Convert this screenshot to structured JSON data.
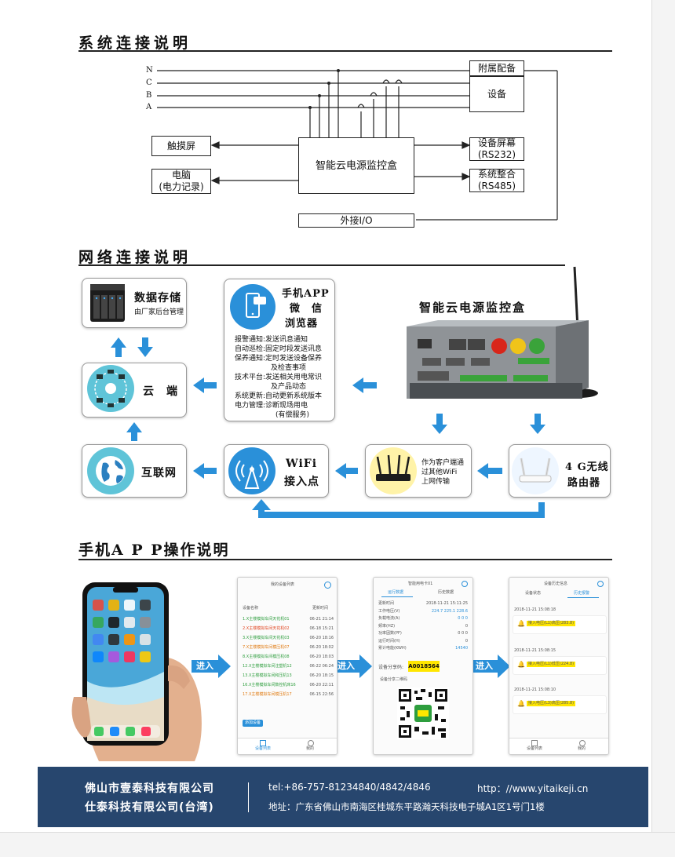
{
  "sections": {
    "system": "系统连接说明",
    "network": "网络连接说明",
    "app": "手机A P P操作说明"
  },
  "system_diagram": {
    "phase_labels": [
      "N",
      "C",
      "B",
      "A"
    ],
    "touchscreen": "触摸屏",
    "computer_line1": "电脑",
    "computer_line2": "(电力记录)",
    "monitor_box": "智能云电源监控盒",
    "accessory": "附属配备",
    "equipment": "设备",
    "device_screen_line1": "设备屏幕",
    "device_screen_line2": "(RS232)",
    "system_integration_line1": "系统整合",
    "system_integration_line2": "(RS485)",
    "external_io": "外接I/O"
  },
  "network_diagram": {
    "storage_title": "数据存储",
    "storage_sub": "由厂家后台管理",
    "app_title": "手机APP",
    "wechat": "微　信",
    "browser": "浏览器",
    "features": [
      {
        "k": "报警通知:",
        "v": "发送讯息通知"
      },
      {
        "k": "自动巡检:",
        "v": "固定时段发送讯息"
      },
      {
        "k": "保养通知:",
        "v": "定时发送设备保养"
      },
      {
        "k": "",
        "v": "及检查事项"
      },
      {
        "k": "技术平台:",
        "v": "发送相关用电常识"
      },
      {
        "k": "",
        "v": "及产品动态"
      },
      {
        "k": "系统更新:",
        "v": "自动更新系统版本"
      },
      {
        "k": "电力管理:",
        "v": "诊断现场用电"
      },
      {
        "k": "",
        "v": "(有偿服务)"
      }
    ],
    "device_title": "智能云电源监控盒",
    "cloud": "云　端",
    "internet": "互联网",
    "wifi_line1": "WiFi",
    "wifi_line2": "接入点",
    "client_line1": "作为客户端通",
    "client_line2": "过其他WiFi",
    "client_line3": "上网传输",
    "router_line1": "4 G无线",
    "router_line2": "路由器"
  },
  "app_screens": {
    "enter": "进入",
    "screen1": {
      "title": "我的设备列表",
      "col1": "设备名称",
      "col2": "更新时间",
      "rows": [
        {
          "name": "1.X主楼模拟车间天花机01",
          "time": "06-21 21:14",
          "color": "#2e9e3e"
        },
        {
          "name": "2.X主楼模拟车间天花机02",
          "time": "06-18 15:21",
          "color": "#e0401a"
        },
        {
          "name": "3.X主楼模拟车间天花机03",
          "time": "06-20 18:16",
          "color": "#2e9e3e"
        },
        {
          "name": "7.X主楼模拟车间模压机07",
          "time": "06-20 18:02",
          "color": "#e07a10"
        },
        {
          "name": "8.X主楼模拟车间模压机08",
          "time": "06-20 18:03",
          "color": "#2e9e3e"
        },
        {
          "name": "12.X主楼模拟车间注塑机12",
          "time": "06-22 06:24",
          "color": "#2e9e3e"
        },
        {
          "name": "13.X主楼模拟车间和压机13",
          "time": "06-20 18:15",
          "color": "#2e9e3e"
        },
        {
          "name": "16.X主楼模拟车间数控机床16",
          "time": "06-20 22:11",
          "color": "#2e9e3e"
        },
        {
          "name": "17.X主楼模拟车间模压机17",
          "time": "06-15 22:56",
          "color": "#e07a10"
        }
      ],
      "button": "添加设备",
      "tab1": "设备列表",
      "tab2": "我的"
    },
    "screen2": {
      "title": "智能用电卡01",
      "tab1": "运行数据",
      "tab2": "历史数据",
      "rows": [
        {
          "k": "更新时间",
          "v": "2018-11-21 15:11:25"
        },
        {
          "k": "工作电压(V)",
          "v": "224.7  225.1  228.6"
        },
        {
          "k": "负载电流(A)",
          "v": "0  0  0"
        },
        {
          "k": "频率(HZ)",
          "v": "0"
        },
        {
          "k": "功率因数(PF)",
          "v": "0  0  0"
        },
        {
          "k": "运行时间(H)",
          "v": "0"
        },
        {
          "k": "累计电能(KWH)",
          "v": "14540"
        }
      ],
      "share_label": "设备分享码:",
      "share_code": "A0018564",
      "qr_label": "设备分享二维码"
    },
    "screen3": {
      "title": "设备历史信息",
      "tab1": "设备状态",
      "tab2": "历史报警",
      "alerts": [
        {
          "time": "2018-11-21 15:08:18",
          "msg": "接入电压(L1)高压(283.8)"
        },
        {
          "time": "2018-11-21 15:08:15",
          "msg": "接入电压(L1)低压(224.8)"
        },
        {
          "time": "2018-11-21 15:08:10",
          "msg": "接入电压(L3)高压(285.8)"
        }
      ],
      "tab_a": "设备列表",
      "tab_b": "我的"
    }
  },
  "footer": {
    "company1": "佛山市壹泰科技有限公司",
    "company2": "仕泰科技有限公司(台湾)",
    "tel": "tel:+86-757-81234840/4842/4846",
    "http": "http：//www.yitaikeji.cn",
    "address": "地址：广东省佛山市南海区桂城东平路瀚天科技电子城A1区1号门1楼"
  },
  "colors": {
    "accent_blue": "#2a90d9",
    "footer_bg": "#27466e",
    "share_yellow": "#ffe600"
  }
}
